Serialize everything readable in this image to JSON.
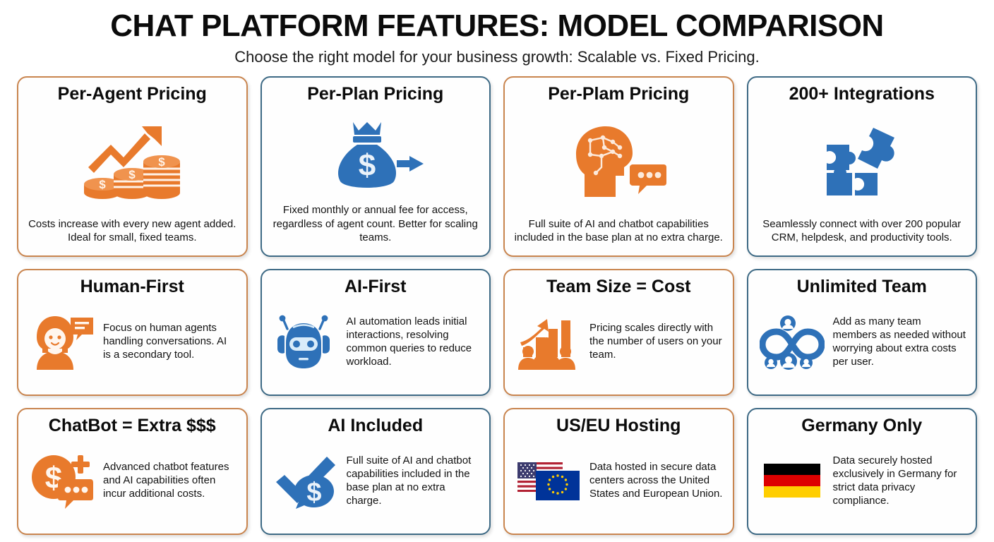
{
  "header": {
    "title": "CHAT PLATFORM FEATURES: MODEL COMPARISON",
    "subtitle": "Choose the right model for your business growth: Scalable vs. Fixed Pricing."
  },
  "colors": {
    "orange_border": "#C9854F",
    "blue_border": "#3E6A85",
    "orange_icon": "#E87A2C",
    "blue_icon": "#2E71B8",
    "background": "#FFFFFF",
    "text": "#121212"
  },
  "cards": [
    {
      "title": "Per-Agent Pricing",
      "description": "Costs increase with every new agent added. Ideal for small, fixed teams.",
      "accent": "orange",
      "icon": "rising-arrow-coin-stacks-icon",
      "layout": "stacked"
    },
    {
      "title": "Per-Plan Pricing",
      "description": "Fixed monthly or annual fee for access, regardless of agent count. Better for scaling teams.",
      "accent": "blue",
      "icon": "money-bag-arrow-icon",
      "layout": "stacked"
    },
    {
      "title": "Per-Plam Pricing",
      "description": "Full suite of AI and chatbot capabilities included in the base plan at no extra charge.",
      "accent": "orange",
      "icon": "ai-head-brain-speech-icon",
      "layout": "stacked"
    },
    {
      "title": "200+ Integrations",
      "description": "Seamlessly connect with over 200 popular CRM, helpdesk, and productivity tools.",
      "accent": "blue",
      "icon": "puzzle-pieces-icon",
      "layout": "stacked"
    },
    {
      "title": "Human-First",
      "description": "Focus on human agents handling conversations. AI is a secondary tool.",
      "accent": "orange",
      "icon": "person-speech-bubble-icon",
      "layout": "split"
    },
    {
      "title": "AI-First",
      "description": "AI automation leads initial interactions, resolving common queries to reduce workload.",
      "accent": "blue",
      "icon": "robot-head-icon",
      "layout": "split"
    },
    {
      "title": "Team Size = Cost",
      "description": "Pricing scales directly with the number of users on your team.",
      "accent": "orange",
      "icon": "team-growth-chart-icon",
      "layout": "split"
    },
    {
      "title": "Unlimited Team",
      "description": "Add as many team members as needed without worrying about extra costs per user.",
      "accent": "blue",
      "icon": "infinity-people-icon",
      "layout": "split"
    },
    {
      "title": "ChatBot = Extra $$$",
      "description": "Advanced chatbot features and AI capabiIities often incur additional costs.",
      "accent": "orange",
      "icon": "dollar-plus-chat-icon",
      "layout": "split"
    },
    {
      "title": "AI Included",
      "description": "Full suite of AI and chatbot capabilities included in the base plan at no extra charge.",
      "accent": "blue",
      "icon": "checkmark-dollar-bubble-icon",
      "layout": "split"
    },
    {
      "title": "US/EU Hosting",
      "description": "Data hosted in secure data centers across the United States and European Union.",
      "accent": "orange",
      "icon": "us-eu-flags-icon",
      "layout": "split"
    },
    {
      "title": "Germany Only",
      "description": "Data securely hosted exclusively in Germany for strict data privacy compliance.",
      "accent": "blue",
      "icon": "germany-flag-icon",
      "layout": "split"
    }
  ]
}
